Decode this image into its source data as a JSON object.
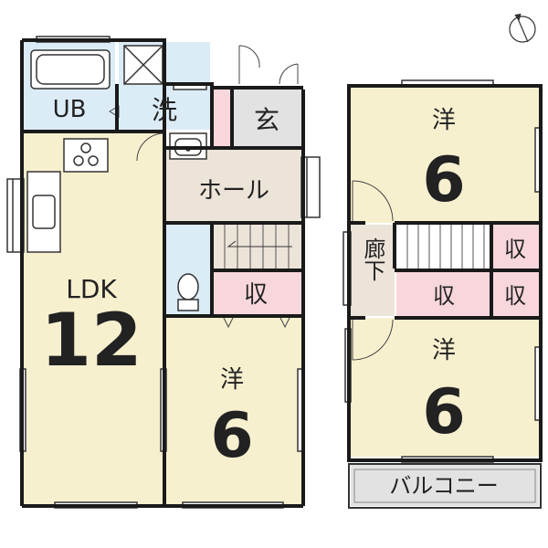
{
  "colors": {
    "room_yellow": "#f7f0cf",
    "wet_blue": "#dcecf7",
    "storage_pink": "#f7d7dc",
    "entry_gray": "#e2e2e2",
    "hall_beige": "#ece4d9",
    "wall": "#1a1a1a"
  },
  "first_floor": {
    "ub": "UB",
    "washroom": "洗",
    "entrance": "玄",
    "hall": "ホール",
    "ldk_label": "LDK",
    "ldk_size": "12",
    "storage": "収",
    "western_label": "洋",
    "western_size": "6"
  },
  "second_floor": {
    "north_room_label": "洋",
    "north_room_size": "6",
    "corridor": "廊下",
    "storage_1": "収",
    "storage_2": "収",
    "storage_3": "収",
    "south_room_label": "洋",
    "south_room_size": "6",
    "balcony": "バルコニー"
  },
  "compass": {
    "icon": "north-arrow-icon"
  }
}
